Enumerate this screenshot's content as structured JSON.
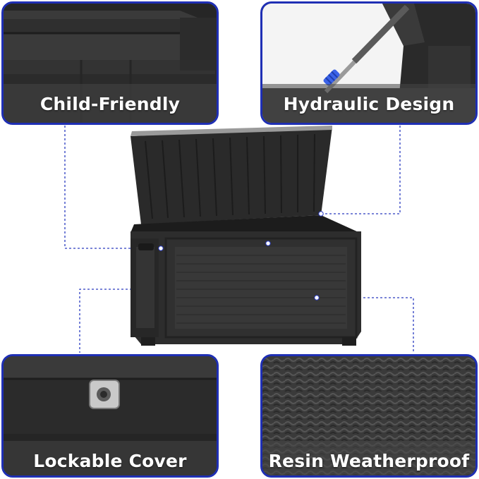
{
  "features": [
    {
      "label": "Child-Friendly",
      "icon": "box-corner-closeup"
    },
    {
      "label": "Hydraulic Design",
      "icon": "gas-strut-closeup"
    },
    {
      "label": "Lockable Cover",
      "icon": "lock-hasp-closeup"
    },
    {
      "label": "Resin Weatherproof",
      "icon": "wicker-texture-closeup"
    }
  ],
  "colors": {
    "frame": "#1f2fb4",
    "leader_line": "#2a3bbf",
    "box": "#2b2b2b",
    "strut_accent": "#3b63e8"
  }
}
